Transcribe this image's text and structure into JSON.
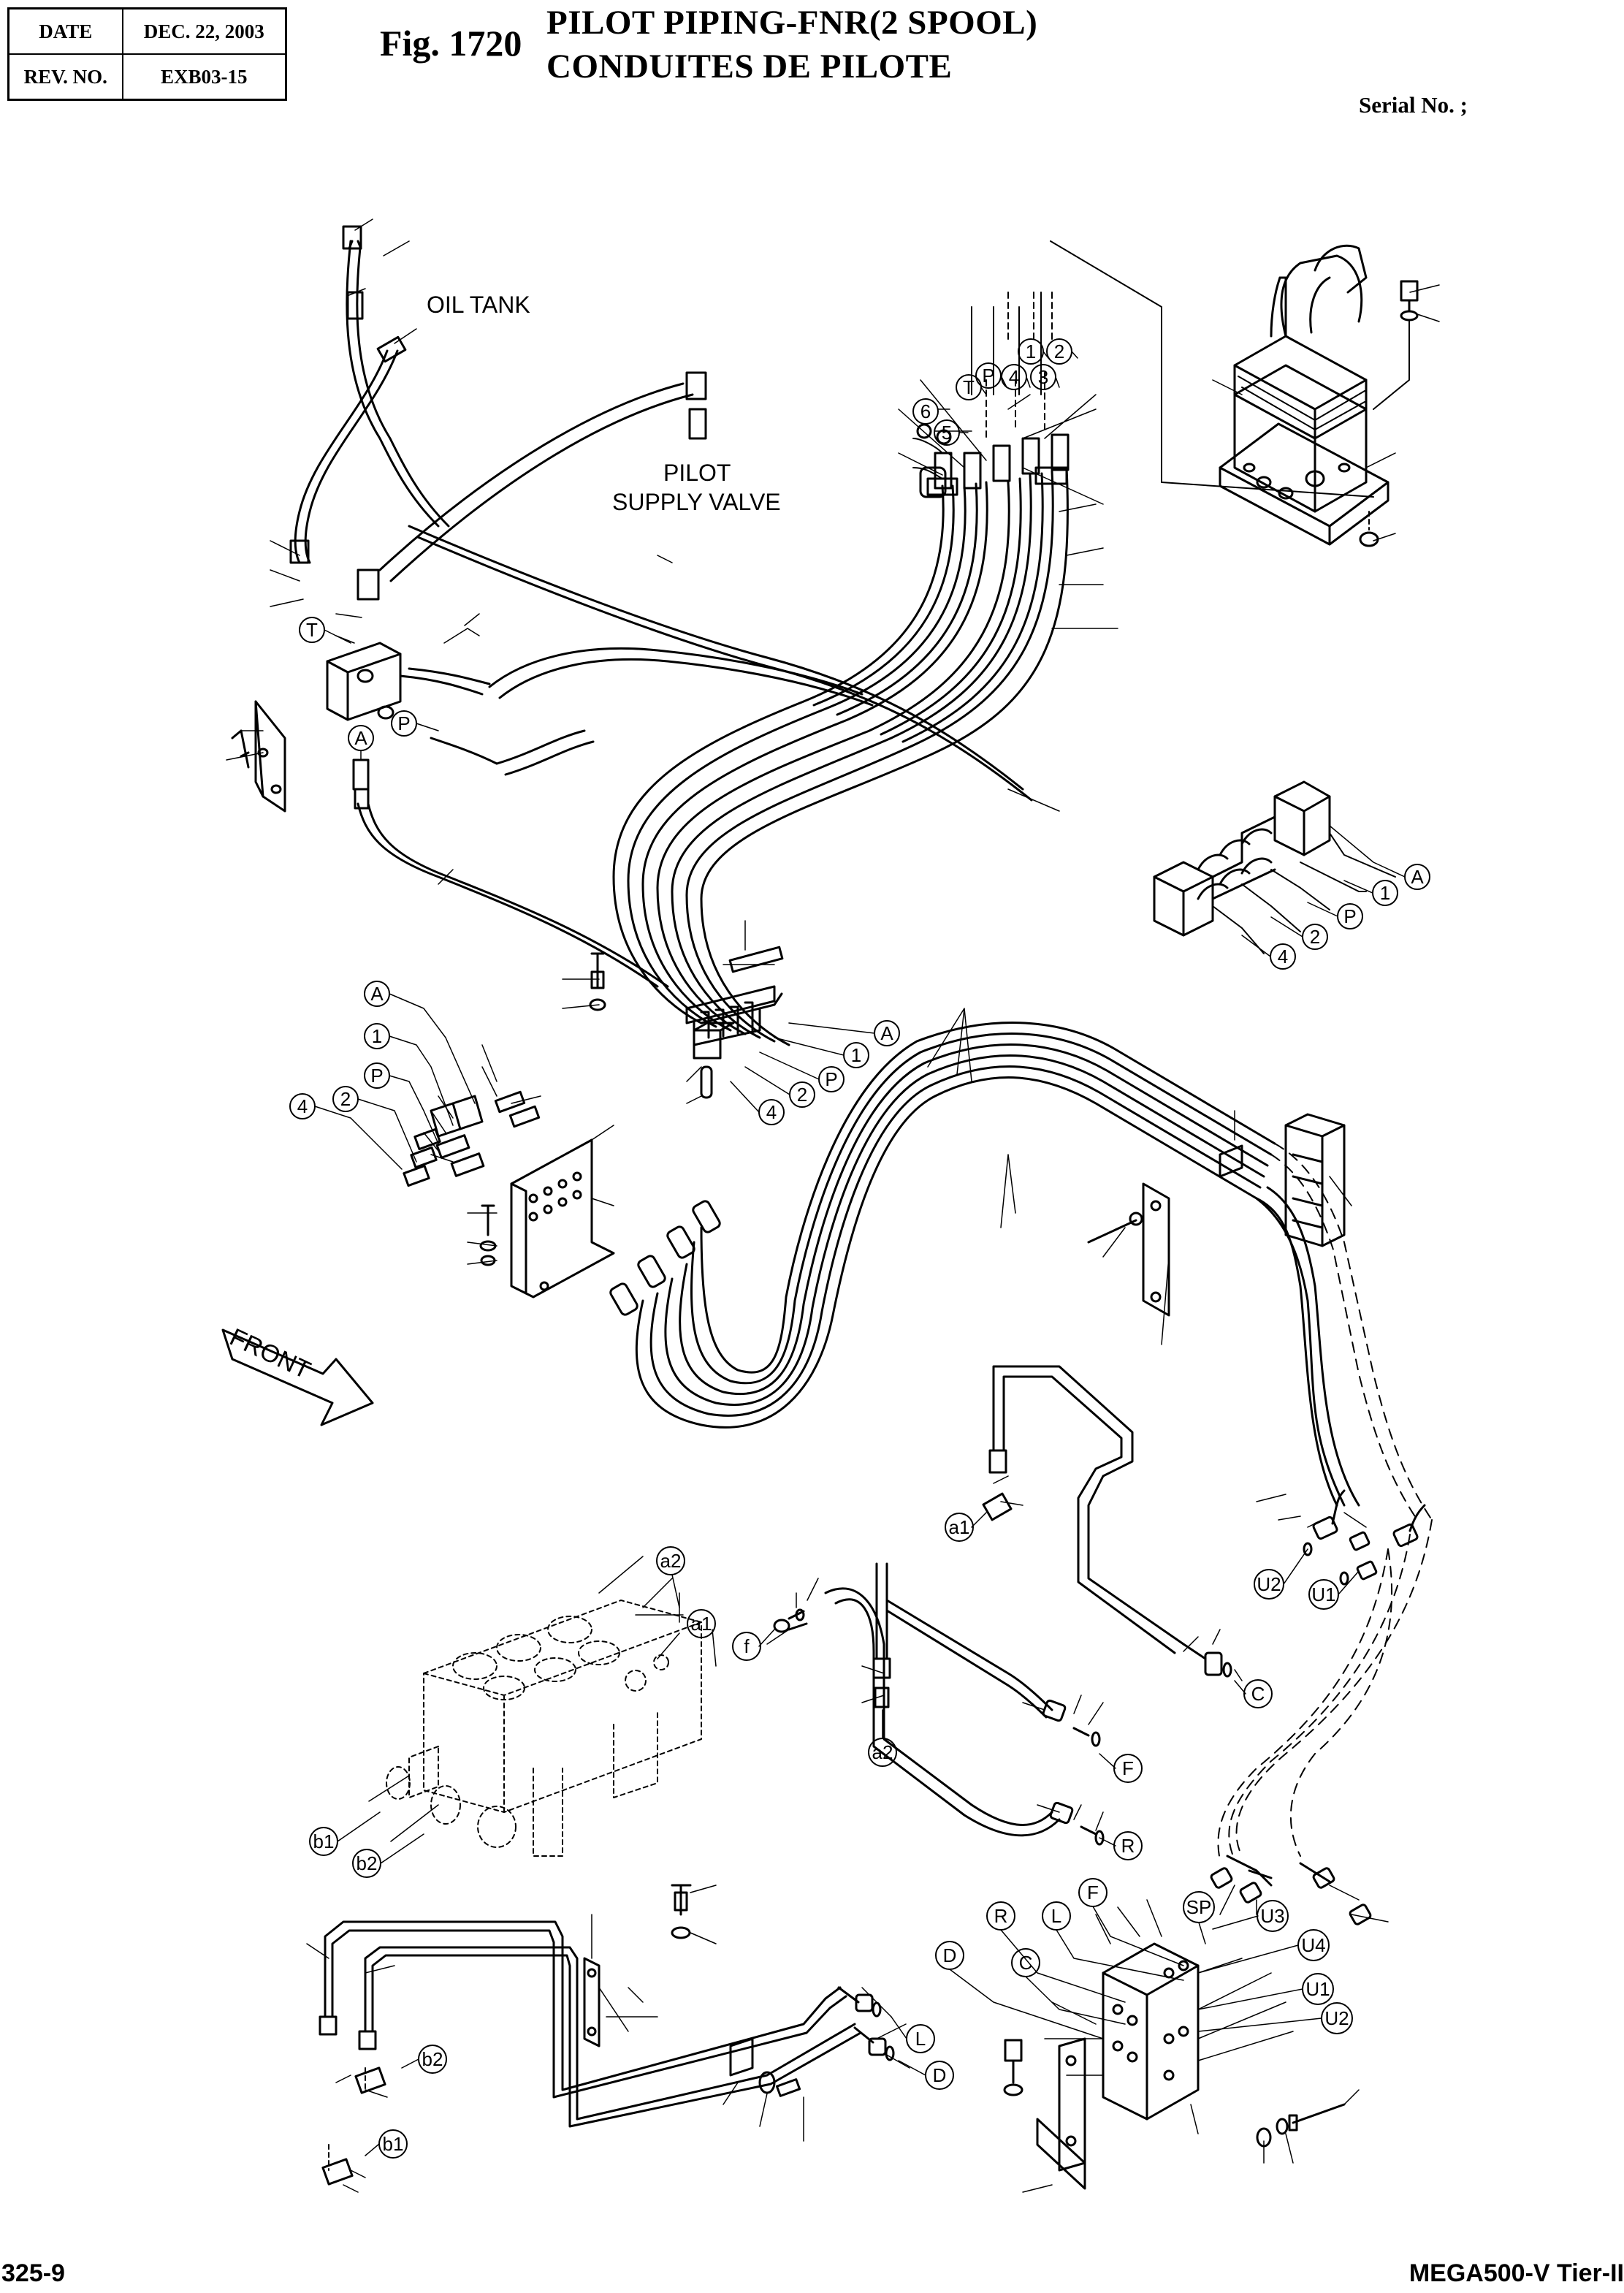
{
  "header": {
    "date_label": "DATE",
    "date_value": "DEC. 22, 2003",
    "rev_label": "REV. NO.",
    "rev_value": "EXB03-15",
    "fig_number": "Fig. 1720",
    "title_line1": "PILOT PIPING-FNR(2 SPOOL)",
    "title_line2": "CONDUITES DE PILOTE",
    "serial_label": "Serial No. ;"
  },
  "labels": {
    "oil_tank": "OIL TANK",
    "pilot_line1": "PILOT",
    "pilot_line2": "SUPPLY VALVE",
    "front": "FRONT"
  },
  "callouts": {
    "T1": "T",
    "P1": "P",
    "A1": "A",
    "n6": "6",
    "n5": "5",
    "T2": "T",
    "P2": "P",
    "n4": "4",
    "n3": "3",
    "n1": "1",
    "n2": "2",
    "A2": "A",
    "r1": "1",
    "P3": "P",
    "r2": "2",
    "r4": "4",
    "A3": "A",
    "m1": "1",
    "P4": "P",
    "m2": "2",
    "m4": "4",
    "A4": "A",
    "L1": "1",
    "LP": "P",
    "L2": "2",
    "L4": "4",
    "a1a": "a1",
    "a2a": "a2",
    "a1b": "a1",
    "f": "f",
    "a2b": "a2",
    "U2a": "U2",
    "U1a": "U1",
    "C1": "C",
    "F1": "F",
    "R1": "R",
    "b1a": "b1",
    "b2a": "b2",
    "F2": "F",
    "L3": "L",
    "R2": "R",
    "C2": "C",
    "D1": "D",
    "SP": "SP",
    "U3": "U3",
    "U4": "U4",
    "U1b": "U1",
    "U2b": "U2",
    "b2b": "b2",
    "b1b": "b1",
    "Lx": "L",
    "Dx": "D"
  },
  "footer": {
    "page": "325-9",
    "model": "MEGA500-V Tier-II"
  }
}
